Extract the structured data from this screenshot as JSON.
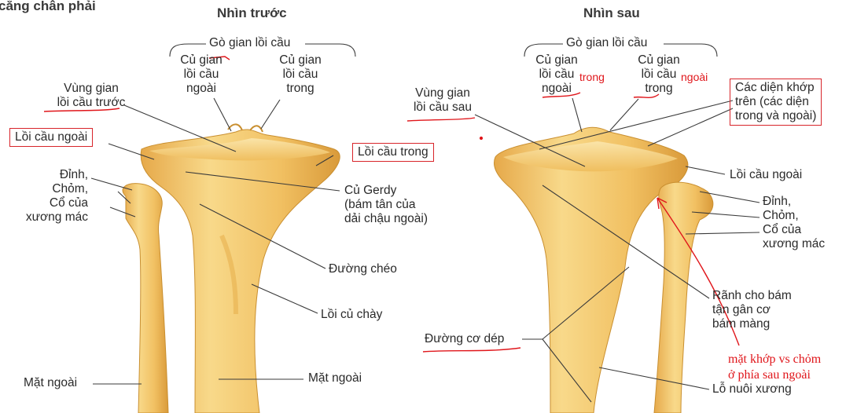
{
  "colors": {
    "bone": "#f3c768",
    "bone_light": "#fbe6a8",
    "bone_shadow": "#c8902e",
    "leader": "#3a3a3a",
    "annotation": "#e0161b"
  },
  "title_partial": "cẳng chân phải",
  "views": {
    "front": "Nhìn trước",
    "back": "Nhìn sau"
  },
  "front": {
    "go_gian": "Gò gian lồi cầu",
    "cu_gian_ngoai": [
      "Củ gian",
      "lồi cầu",
      "ngoài"
    ],
    "cu_gian_trong": [
      "Củ gian",
      "lồi cầu",
      "trong"
    ],
    "vung_gian": [
      "Vùng gian",
      "lồi cầu trước"
    ],
    "loi_cau_ngoai": "Lồi cầu ngoài",
    "loi_cau_trong": "Lồi cầu trong",
    "dinh_chom_co": [
      "Đỉnh,",
      "Chỏm,",
      "Cổ của",
      "xương mác"
    ],
    "cu_gerdy": [
      "Củ Gerdy",
      "(bám tân của",
      "dải chậu ngoài)"
    ],
    "duong_cheo": "Đường chéo",
    "loi_cu_chay": "Lồi củ chày",
    "mat_ngoai_left": "Mặt ngoài",
    "mat_ngoai_right": "Mặt ngoài"
  },
  "back": {
    "go_gian": "Gò gian lồi cầu",
    "cu_gian_ngoai": [
      "Củ gian",
      "lồi cầu",
      "ngoài"
    ],
    "cu_gian_trong": [
      "Củ gian",
      "lồi cầu",
      "trong"
    ],
    "vung_gian": [
      "Vùng gian",
      "lồi cầu sau"
    ],
    "dien_khop": [
      "Các diện khớp",
      "trên (các diện",
      "trong và ngoài)"
    ],
    "loi_cau_ngoai": "Lồi cầu ngoài",
    "dinh_chom_co": [
      "Đỉnh,",
      "Chỏm,",
      "Cổ của",
      "xương mác"
    ],
    "ranh": [
      "Rãnh cho bám",
      "tận gân cơ",
      "bám màng"
    ],
    "duong_co_dep": "Đường cơ dép",
    "lo_nuoi": "Lỗ nuôi xương"
  },
  "annotations": {
    "trong": "trong",
    "ngoai": "ngoài",
    "note": [
      "mặt khớp vs chỏm",
      "ở phía sau ngoài"
    ]
  }
}
